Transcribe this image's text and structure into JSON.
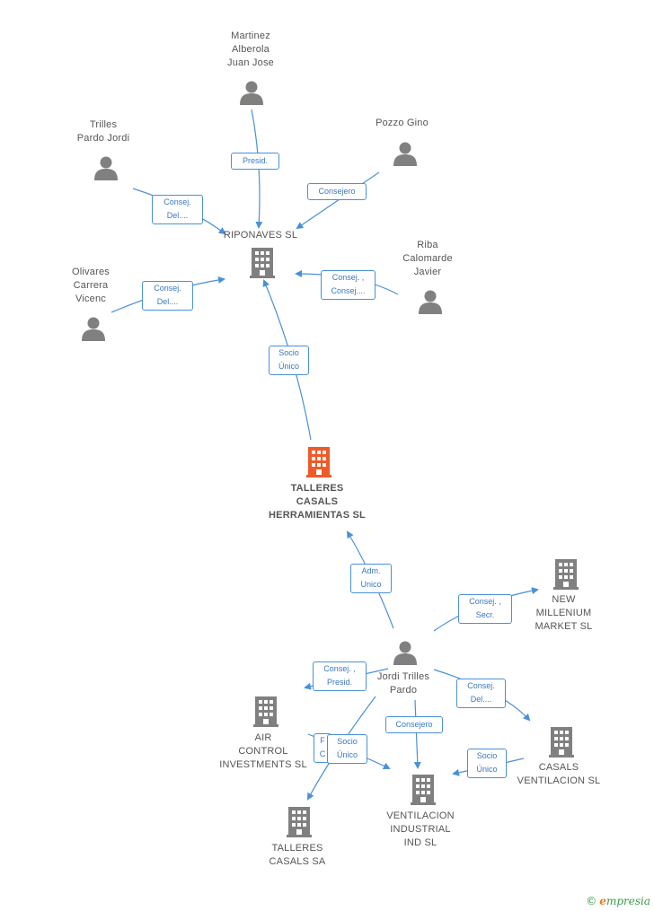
{
  "colors": {
    "edge": "#4a90d9",
    "person": "#808080",
    "company": "#808080",
    "main": "#f05a28"
  },
  "nodes": {
    "martinez": {
      "label": "Martinez\nAlberola\nJuan Jose"
    },
    "trilles_pardo": {
      "label": "Trilles\nPardo Jordi"
    },
    "pozzo": {
      "label": "Pozzo Gino"
    },
    "riponaves": {
      "label": "RIPONAVES  SL"
    },
    "riba": {
      "label": "Riba\nCalomarde\nJavier"
    },
    "olivares": {
      "label": "Olivares\nCarrera\nVicenc"
    },
    "main": {
      "label": "TALLERES\nCASALS\nHERRAMIENTAS SL"
    },
    "new_millenium": {
      "label": "NEW\nMILLENIUM\nMARKET SL"
    },
    "jordi": {
      "label": "Jordi Trilles\nPardo"
    },
    "air": {
      "label": "AIR\nCONTROL\nINVESTMENTS SL"
    },
    "casals_vent": {
      "label": "CASALS\nVENTILACION SL"
    },
    "vent_ind": {
      "label": "VENTILACION\nINDUSTRIAL\nIND  SL"
    },
    "talleres_sa": {
      "label": "TALLERES\nCASALS SA"
    }
  },
  "edges": {
    "presid": "Presid.",
    "consejero_pozzo": "Consejero",
    "consej_del_trilles": "Consej.\nDel....",
    "consej_riba": "Consej. ,\nConsej....",
    "consej_del_olivares": "Consej.\nDel....",
    "socio_unico_main": "Socio\nÚnico",
    "adm_unico": "Adm.\nUnico",
    "consej_secr": "Consej. ,\nSecr.",
    "consej_presid": "Consej. ,\nPresid.",
    "consej_del_casals": "Consej.\nDel....",
    "consejero_vent": "Consejero",
    "socio_unico_casals": "Socio\nÚnico",
    "hidden_r": "F\nC",
    "socio_unico_air": "Socio\nÚnico"
  },
  "footer": {
    "copyright": "©",
    "brand_e": "e",
    "brand_rest": "mpresia"
  }
}
